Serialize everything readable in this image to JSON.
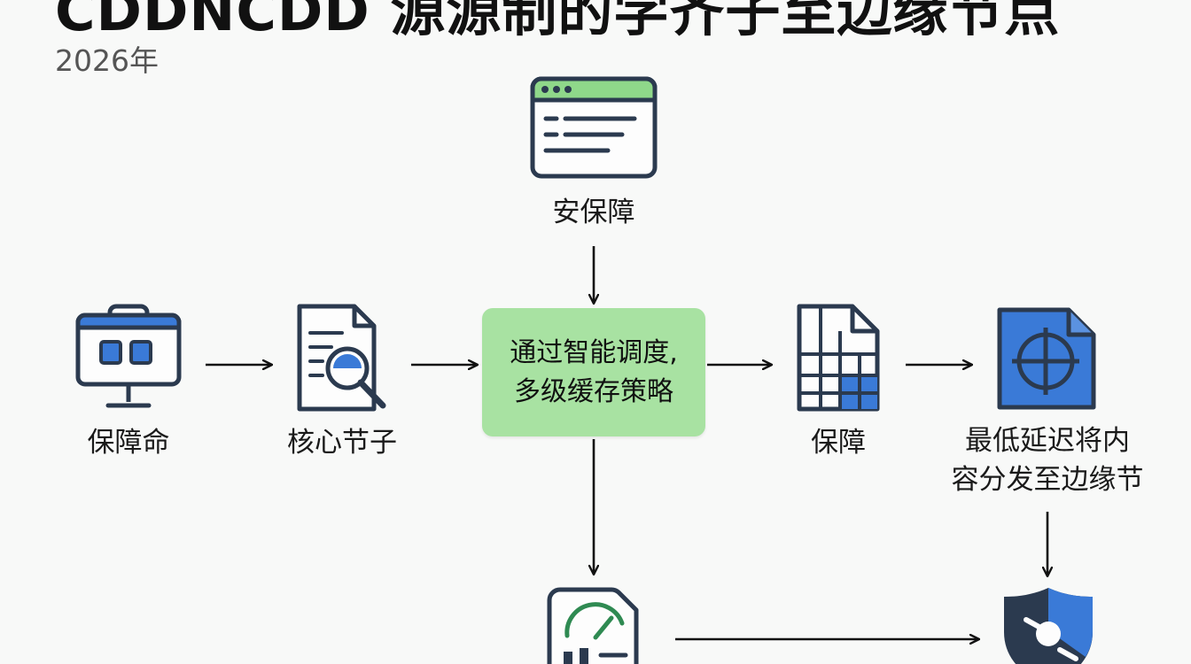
{
  "header": {
    "title": "CDDNCDD 源源制的学齐子至边缘节点",
    "subtitle": "2026年"
  },
  "nodes": {
    "top": {
      "label": "安保障"
    },
    "n1": {
      "label": "保障命"
    },
    "n2": {
      "label": "核心节子"
    },
    "center": {
      "line1": "通过智能调度,",
      "line2": "多级缓存策略"
    },
    "n4": {
      "label": "保障"
    },
    "n5": {
      "line1": "最低延迟将内",
      "line2": "容分发至边缘节"
    }
  },
  "colors": {
    "icon_dark": "#2b3a4f",
    "icon_blue": "#3a7ad7",
    "icon_green_bar": "#8fd88a",
    "center_box": "#a8e2a2",
    "gauge_green": "#2f8a52"
  }
}
